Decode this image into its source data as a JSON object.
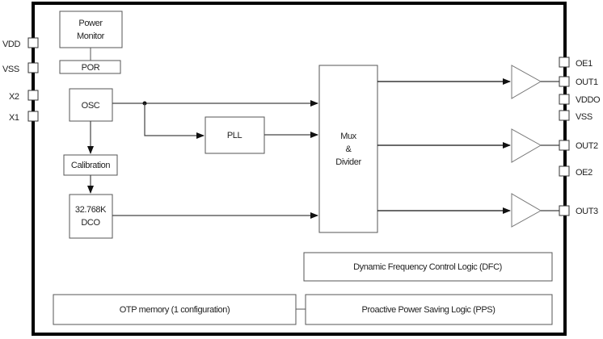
{
  "diagram": {
    "blocks": {
      "power_monitor": [
        "Power",
        "Monitor"
      ],
      "por": "POR",
      "osc": "OSC",
      "calibration": "Calibration",
      "dco": [
        "32.768K",
        "DCO"
      ],
      "pll": "PLL",
      "mux": [
        "Mux",
        "&",
        "Divider"
      ],
      "dfc": "Dynamic Frequency Control Logic (DFC)",
      "otp": "OTP memory (1 configuration)",
      "pps": "Proactive Power Saving Logic (PPS)"
    },
    "left_pins": [
      "VDD",
      "VSS",
      "X2",
      "X1"
    ],
    "right_pins": [
      "OE1",
      "OUT1",
      "VDDO",
      "VSS",
      "OUT2",
      "OE2",
      "OUT3"
    ]
  }
}
